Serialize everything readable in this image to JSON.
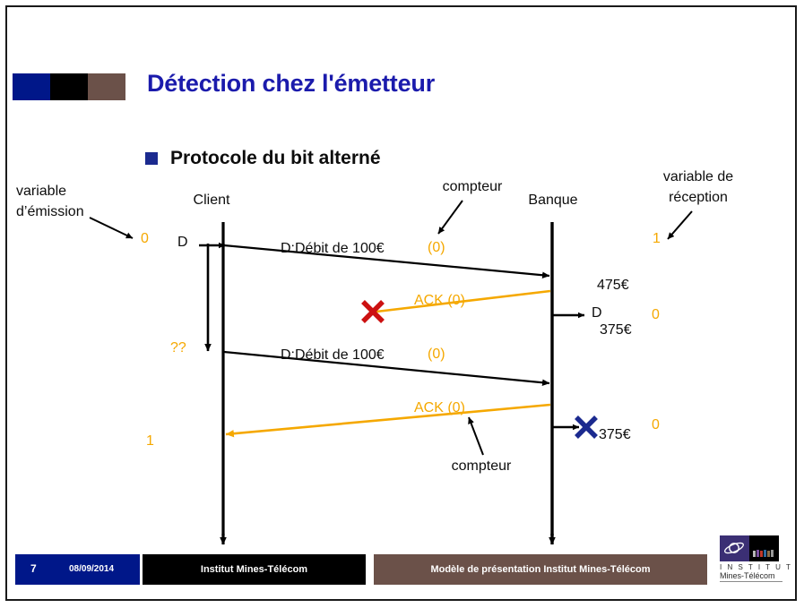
{
  "slide": {
    "title": "Détection chez l'émetteur",
    "bullet": "Protocole du bit alterné",
    "header_blocks": [
      "#001789",
      "#000000",
      "#6b5149"
    ],
    "title_color": "#1b1bac",
    "accent_orange": "#f5a800",
    "red_cross_color": "#cc1111",
    "navy_cross_color": "#1b2a8f"
  },
  "diagram": {
    "type": "sequence-diagram",
    "lifelines": [
      {
        "name": "Client",
        "label": "Client"
      },
      {
        "name": "Banque",
        "label": "Banque"
      }
    ],
    "annotations": {
      "sender_variable": "variable\nd’émission",
      "sender_variable_line1": "variable",
      "sender_variable_line2": "d’émission",
      "receiver_variable_line1": "variable de",
      "receiver_variable_line2": "réception",
      "counter_top": "compteur",
      "counter_bottom": "compteur"
    },
    "values": {
      "sender_var_initial": "0",
      "sender_var_final": "1",
      "receiver_var_initial": "1",
      "receiver_var_after_first": "0",
      "receiver_var_after_second": "0",
      "timer_unknown": "??",
      "debit_label_1": "D",
      "debit_label_2": "D",
      "balance_before": "475€",
      "balance_after_first": "375€",
      "balance_after_second": "375€"
    },
    "messages": [
      {
        "name": "debit-1",
        "text": "D:Débit de 100€",
        "counter": "(0)",
        "direction": "client-to-bank",
        "color": "#000000",
        "blocked": false
      },
      {
        "name": "ack-1",
        "text": "ACK (0)",
        "direction": "bank-to-client",
        "color": "#f5a800",
        "blocked": true,
        "block_marker": "red-cross"
      },
      {
        "name": "debit-2",
        "text": "D:Débit de 100€",
        "counter": "(0)",
        "direction": "client-to-bank",
        "color": "#000000",
        "blocked": false
      },
      {
        "name": "ack-2",
        "text": "ACK (0)",
        "direction": "bank-to-client",
        "color": "#f5a800",
        "blocked": false
      }
    ]
  },
  "footer": {
    "page_number": "7",
    "date": "08/09/2014",
    "institute": "Institut Mines-Télécom",
    "template_name": "Modèle de présentation Institut Mines-Télécom",
    "logo_line1": "I N S T I T U T",
    "logo_line2": "Mines-Télécom"
  }
}
